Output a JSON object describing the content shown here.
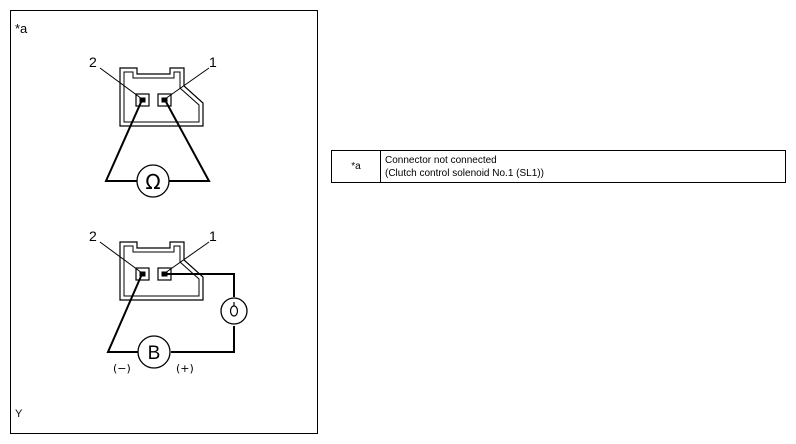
{
  "figure": {
    "marker": "*a",
    "footer_code": "Y",
    "ohmmeter": {
      "pin_left": "2",
      "pin_right": "1",
      "meter_symbol": "Ω"
    },
    "battery_test": {
      "pin_left": "2",
      "pin_right": "1",
      "battery_symbol": "B",
      "negative_label": "(−)",
      "positive_label": "(+)"
    },
    "bulb_icon": "test-bulb-icon"
  },
  "legend": {
    "key": "*a",
    "line1": "Connector not connected",
    "line2": "(Clutch control solenoid No.1 (SL1))"
  }
}
